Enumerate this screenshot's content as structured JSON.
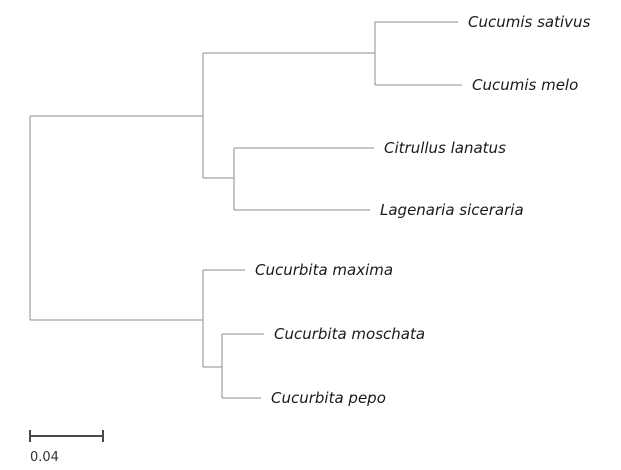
{
  "tree": {
    "taxa": [
      "Cucumis sativus",
      "Cucumis melo",
      "Citrullus lanatus",
      "Lagenaria siceraria",
      "Cucurbita maxima",
      "Cucurbita moschata",
      "Cucurbita pepo"
    ],
    "scale_bar": {
      "value": 0.04,
      "label": "0.04"
    },
    "colors": {
      "branch": "#8c8c8c",
      "text": "#1a1a1a",
      "scale": "#4a4a4a"
    }
  }
}
